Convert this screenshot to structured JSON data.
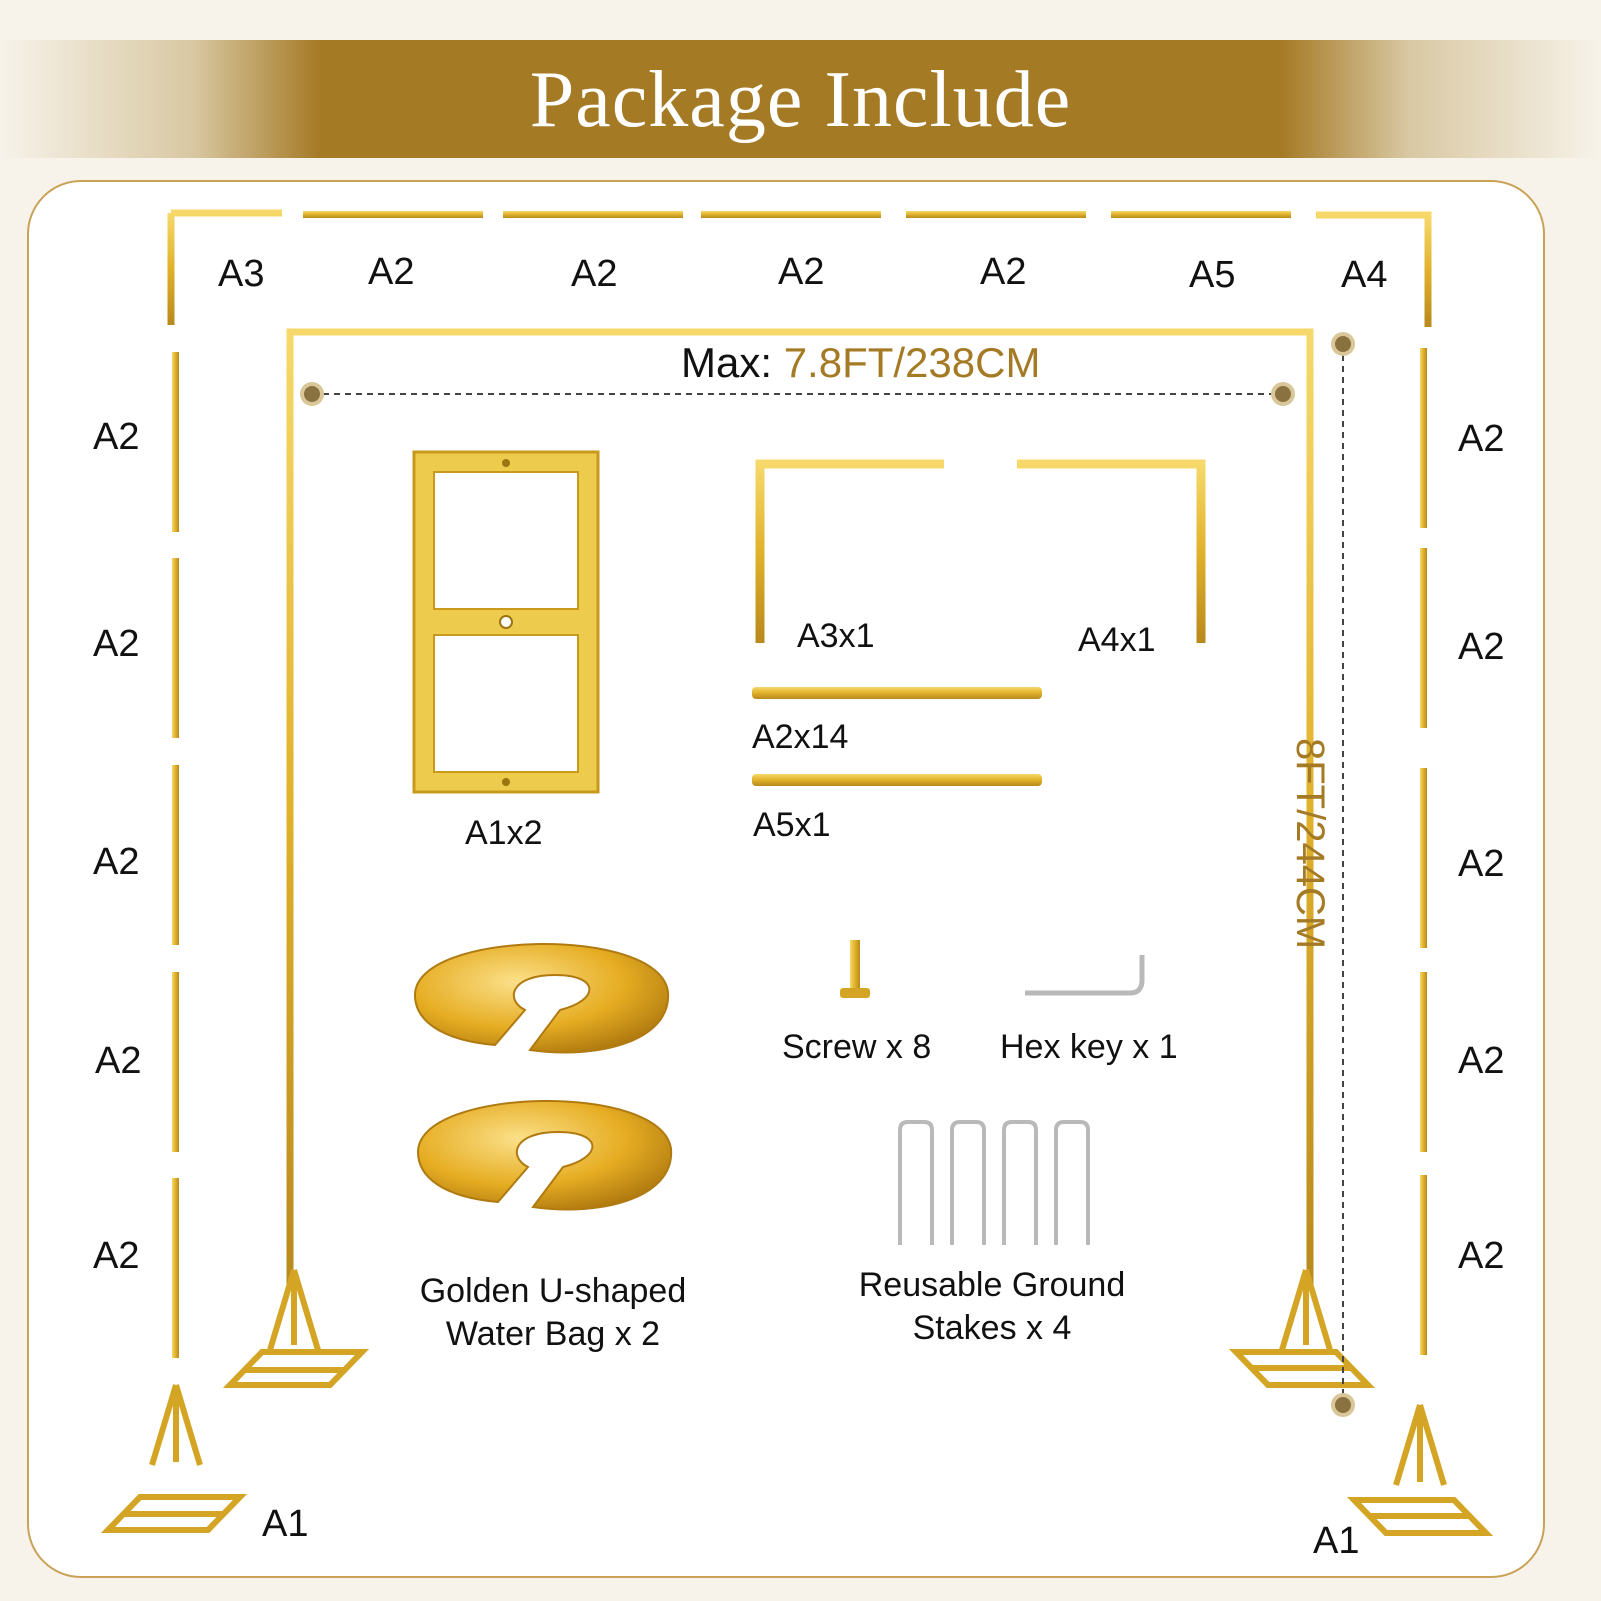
{
  "title": "Package Include",
  "measurements": {
    "width_label": "Max:",
    "width_value": "7.8FT/238CM",
    "height_value": "8FT/244CM"
  },
  "frame_labels": {
    "top": [
      "A3",
      "A2",
      "A2",
      "A2",
      "A2",
      "A5",
      "A4"
    ],
    "left": [
      "A2",
      "A2",
      "A2",
      "A2",
      "A2"
    ],
    "right": [
      "A2",
      "A2",
      "A2",
      "A2",
      "A2"
    ],
    "bottom_left": "A1",
    "bottom_right": "A1"
  },
  "parts": {
    "base": "A1x2",
    "corner_left": "A3x1",
    "corner_right": "A4x1",
    "pole_a2": "A2x14",
    "pole_a5": "A5x1",
    "water_bag_line1": "Golden U-shaped",
    "water_bag_line2": "Water Bag x 2",
    "screw": "Screw x 8",
    "hex_key": "Hex key x 1",
    "stakes_line1": "Reusable Ground",
    "stakes_line2": "Stakes x 4"
  },
  "colors": {
    "gold": "#e3b62c",
    "gold_dark": "#a57a25",
    "frame_border": "#c9a258"
  }
}
